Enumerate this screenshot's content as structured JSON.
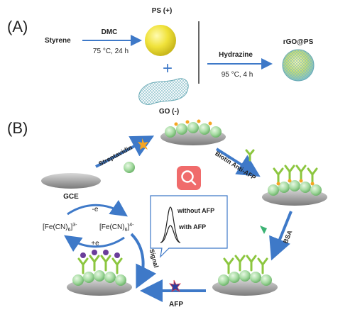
{
  "panel_a": {
    "label": "(A)",
    "styrene": "Styrene",
    "dmc": "DMC",
    "cond1": "75 °C,  24 h",
    "ps": "PS (+)",
    "plus": "+",
    "go": "GO (-)",
    "hydrazine": "Hydrazine",
    "cond2": "95 °C,  4 h",
    "product": "rGO@PS"
  },
  "panel_b": {
    "label": "(B)",
    "streptavidin": "Streptavidin",
    "gce": "GCE",
    "biotin": "Biotin Anti-AFP",
    "bsa": "BSA",
    "afp": "AFP",
    "signal": "Signal",
    "minus_e": "-e",
    "plus_e": "+e",
    "fe_left_main": "[Fe(CN)",
    "fe_left_sub": "6",
    "fe_left_close": "]",
    "fe_left_sup": "3-",
    "fe_right_main": "[Fe(CN)",
    "fe_right_sub": "6",
    "fe_right_close": "]",
    "fe_right_sup": "4-",
    "without_afp": "without AFP",
    "with_afp": "with AFP"
  },
  "colors": {
    "arrow": "#3e79c8",
    "ps_sphere": "#e6d82a",
    "sphere_green": "#9ed59c",
    "antibody": "#8cc63f",
    "star_orange": "#f5a623",
    "afp_star": "#2f3f9e",
    "search_badge": "#f06b6b"
  },
  "icons": {
    "search": "search-icon"
  }
}
